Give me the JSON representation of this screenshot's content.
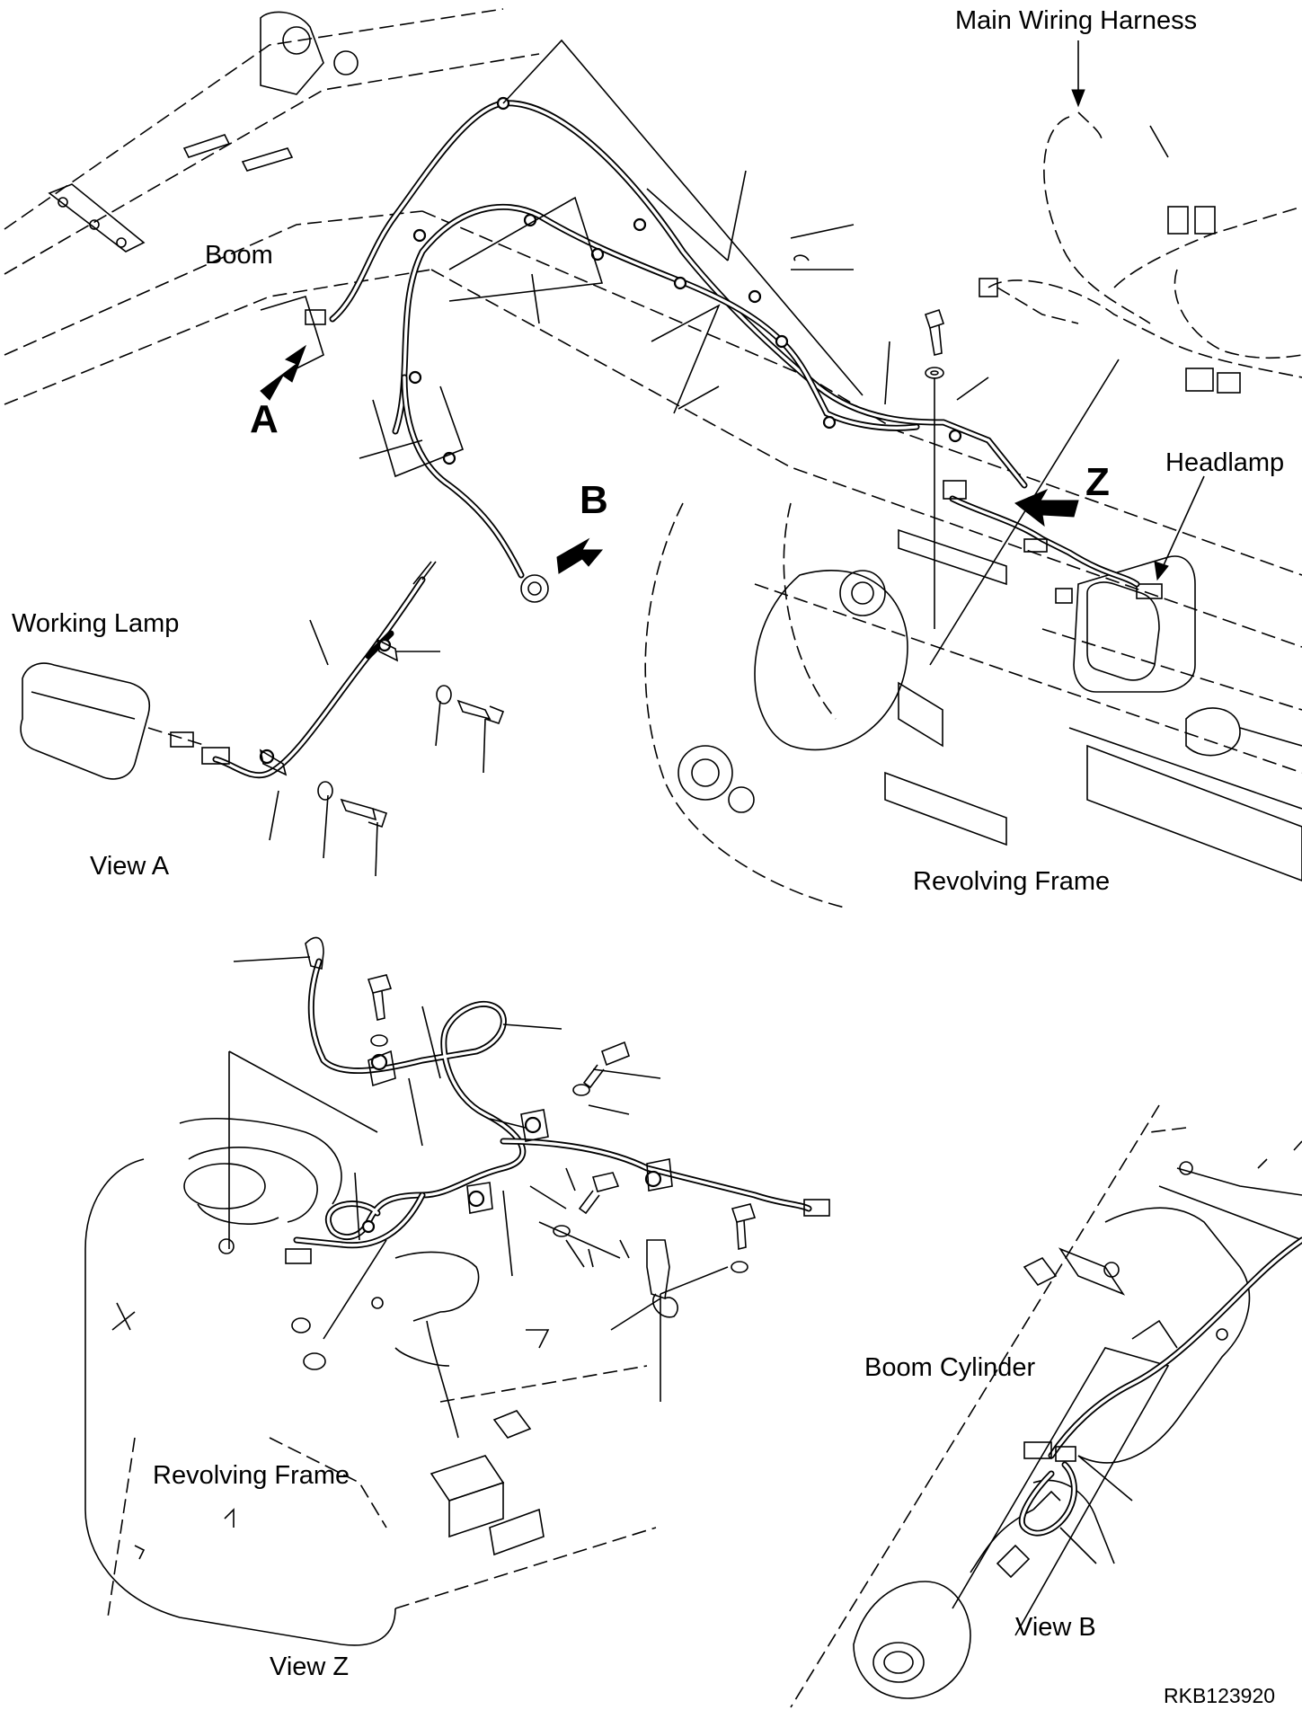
{
  "labels": {
    "main_wiring_harness": "Main Wiring Harness",
    "boom": "Boom",
    "headlamp": "Headlamp",
    "working_lamp": "Working Lamp",
    "view_a": "View A",
    "revolving_frame_top": "Revolving Frame",
    "revolving_frame_bottom": "Revolving Frame",
    "boom_cylinder": "Boom Cylinder",
    "view_b": "View B",
    "view_z": "View Z",
    "drawing_code": "RKB123920"
  },
  "view_markers": {
    "a": "A",
    "b": "B",
    "z": "Z"
  }
}
